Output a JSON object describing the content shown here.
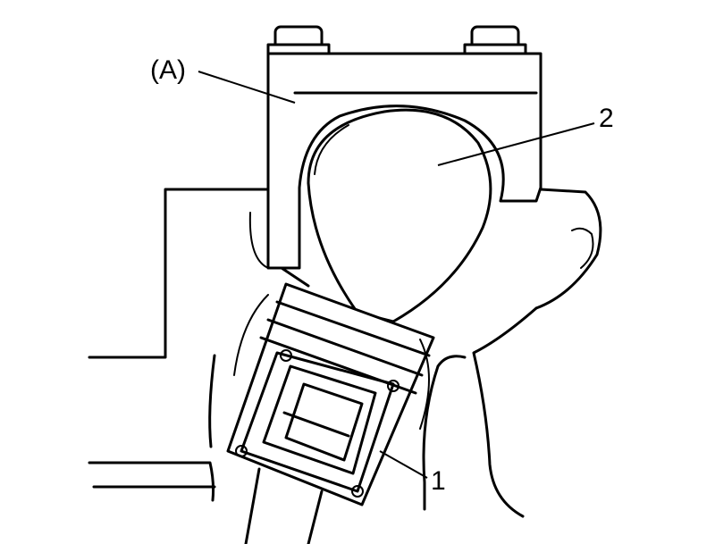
{
  "labels": {
    "tool": "(A)",
    "part1": "1",
    "part2": "2"
  },
  "colors": {
    "line": "#000000",
    "background": "#ffffff"
  }
}
